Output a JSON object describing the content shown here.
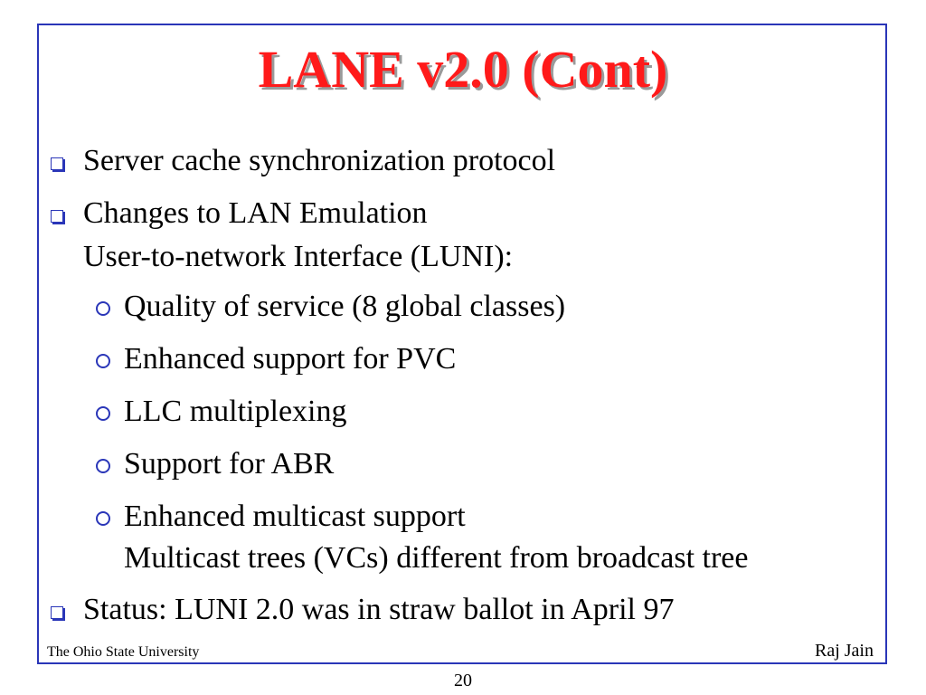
{
  "slide": {
    "title": "LANE v2.0 (Cont)",
    "bullets": [
      {
        "lines": [
          "Server cache synchronization protocol"
        ]
      },
      {
        "lines": [
          "Changes to LAN Emulation",
          "User-to-network Interface (LUNI):"
        ]
      }
    ],
    "sub_bullets": [
      {
        "lines": [
          "Quality of service (8 global classes)"
        ]
      },
      {
        "lines": [
          "Enhanced support for PVC"
        ]
      },
      {
        "lines": [
          "LLC multiplexing"
        ]
      },
      {
        "lines": [
          "Support for ABR"
        ]
      },
      {
        "lines": [
          "Enhanced multicast support",
          "Multicast trees (VCs)  different from broadcast tree"
        ]
      }
    ],
    "final_bullet": {
      "lines": [
        "Status: LUNI 2.0 was in straw ballot in April 97"
      ]
    }
  },
  "footer": {
    "institution": "The Ohio State University",
    "author": "Raj Jain",
    "page_number": "20"
  },
  "colors": {
    "title": "#ff1a1a",
    "frame": "#2a36b8",
    "bullet": "#2a36b8"
  }
}
